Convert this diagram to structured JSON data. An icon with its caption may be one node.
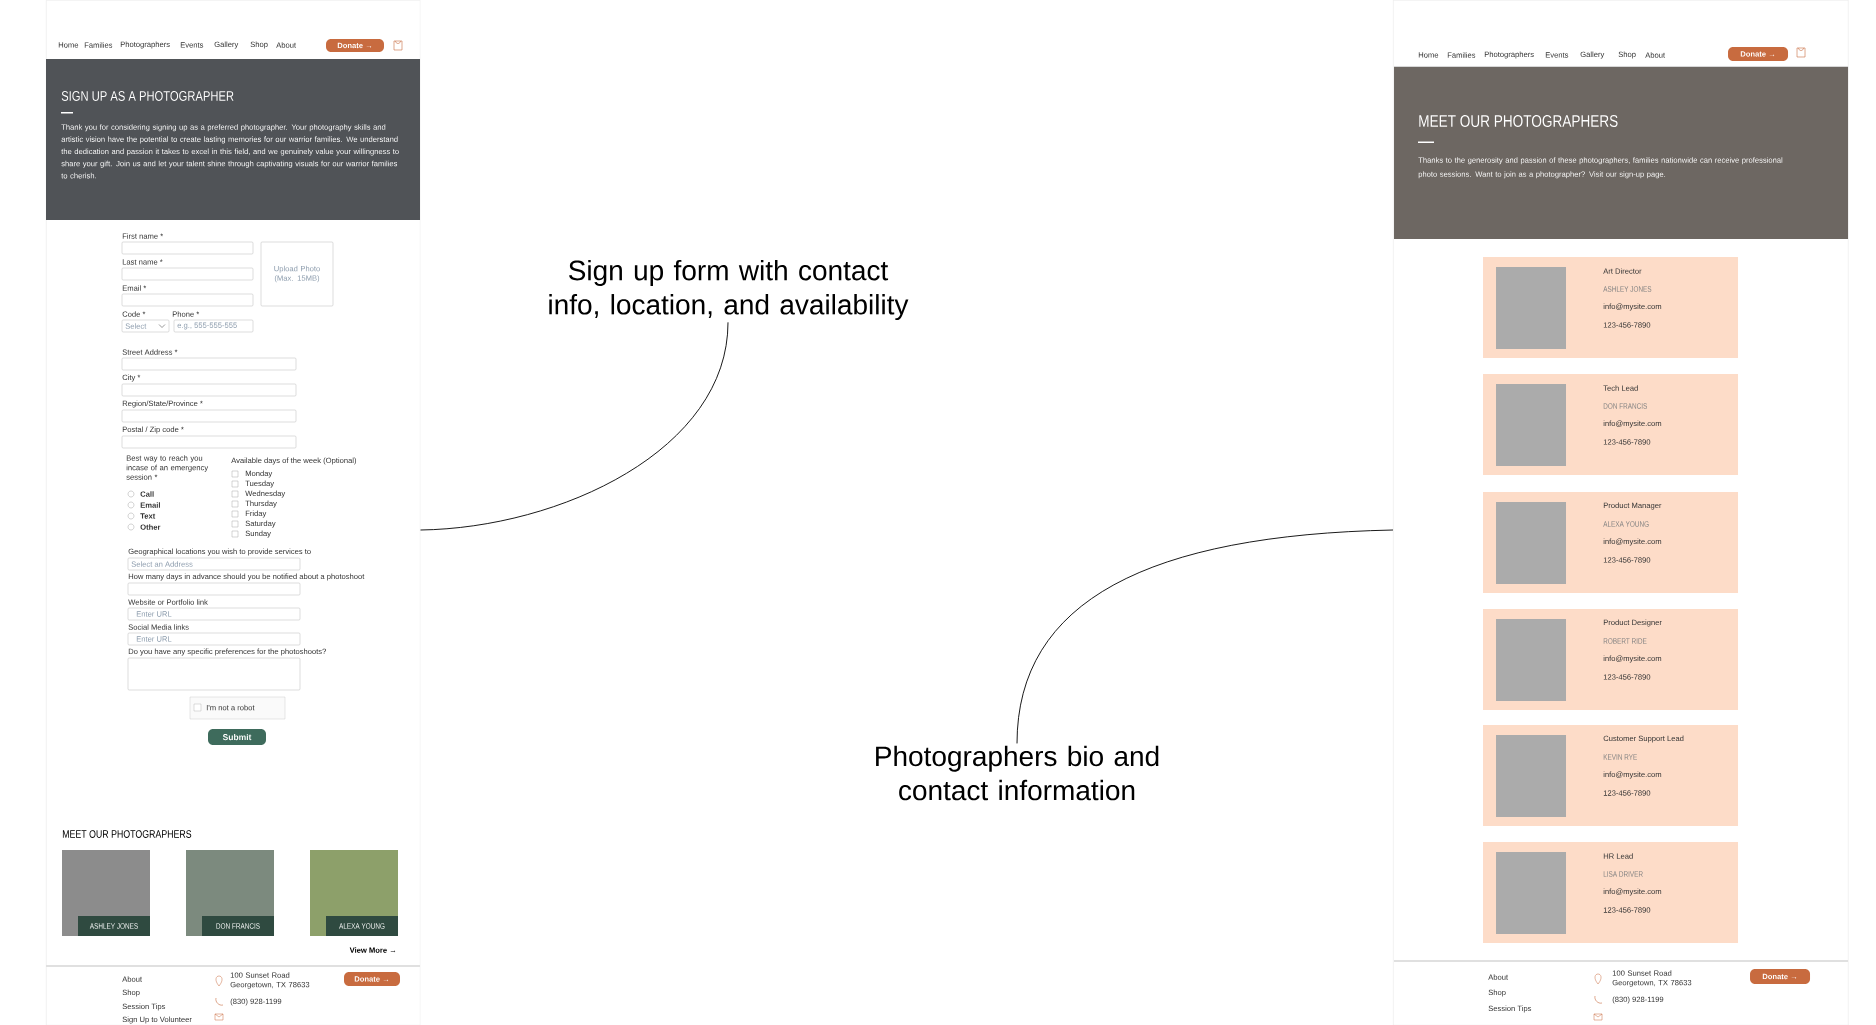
{
  "diagram": {
    "nodes": [
      {
        "text": [],
        "shape": "picture"
      },
      {
        "text": [
          "Sign up form with contact info, location, and availability"
        ]
      },
      {
        "text": [],
        "shape": "picture"
      },
      {
        "text": [
          "Photographers bio and contact information"
        ]
      }
    ],
    "edges": [
      {
        "from": 1,
        "to": 0,
        "arrow": "none"
      },
      {
        "from": 3,
        "to": 2,
        "arrow": "none"
      }
    ],
    "labels": [
      "Home",
      "Families",
      "Photographers",
      "Events",
      "Gallery",
      "Shop",
      "About",
      "Donate →",
      "SIGN UP AS A PHOTOGRAPHER",
      "Thank you for considering signing up as a preferred photographer. Your photography skills and artistic vision have the potential to create lasting memories for our warrior families. We understand the dedication and passion it takes to excel in this field, and we genuinely value your willingness to share your gift. Join us and let your talent shine through captivating visuals for our warrior families to cherish.",
      "First name *",
      "Last name *",
      "Email *",
      "Upload Photo (Max. 15MB)",
      "Code *",
      "Phone *",
      "Select",
      "e.g., 555-555-555",
      "Street Address *",
      "City *",
      "Region/State/Province *",
      "Postal / Zip code *",
      "Best way to reach you incase of an emergency session *",
      "Call",
      "Email",
      "Text",
      "Other",
      "Available days of the week (Optional)",
      "Monday",
      "Tuesday",
      "Wednesday",
      "Thursday",
      "Friday",
      "Saturday",
      "Sunday",
      "Geographical locations you wish to provide services to",
      "Select an Address",
      "How many days in advance should you be notified about a photoshoot",
      "Website or Portfolio link",
      "Enter URL",
      "Social Media links",
      "Enter URL",
      "Do you have any specific preferences for the photoshoots?",
      "I'm not a robot",
      "Submit",
      "MEET OUR PHOTOGRAPHERS",
      "ASHLEY JONES",
      "DON FRANCIS",
      "ALEXA YOUNG",
      "View More →",
      "About",
      "Shop",
      "Session Tips",
      "Sign Up to Volunteer",
      "100 Sunset Road Georgetown, TX 78633",
      "(830) 928-1199",
      "Donate →",
      "Home",
      "Families",
      "Photographers",
      "Events",
      "Gallery",
      "Shop",
      "About",
      "Donate →",
      "MEET OUR PHOTOGRAPHERS",
      "Thanks to the generosity and passion of these photographers, families nationwide can receive professional photo sessions. Want to join as a photographer? Visit our sign-up page.",
      "Art Director",
      "ASHLEY JONES",
      "info@mysite.com",
      "123-456-7890",
      "Tech Lead",
      "DON FRANCIS",
      "info@mysite.com",
      "123-456-7890",
      "Product Manager",
      "ALEXA YOUNG",
      "info@mysite.com",
      "123-456-7890",
      "Product Designer",
      "ROBERT RIDE",
      "info@mysite.com",
      "123-456-7890",
      "Customer Support Lead",
      "KEVIN RYE",
      "info@mysite.com",
      "123-456-7890",
      "HR Lead",
      "LISA DRIVER",
      "info@mysite.com",
      "123-456-7890",
      "About",
      "Shop",
      "Session Tips",
      "100 Sunset Road Georgetown, TX 78633",
      "(830) 928-1199",
      "Donate →"
    ]
  }
}
